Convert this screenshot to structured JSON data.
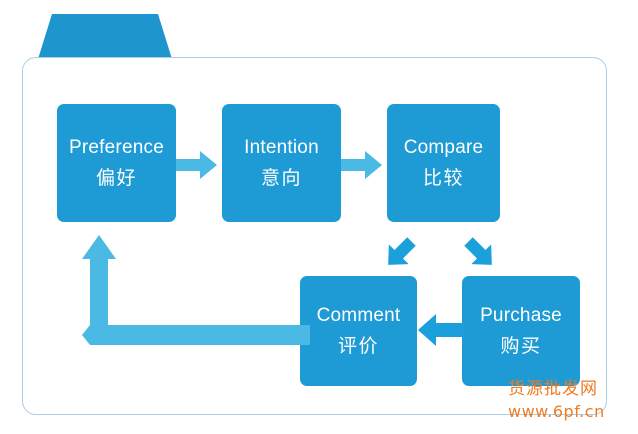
{
  "diagram": {
    "title_tab": "",
    "colors": {
      "node_fill": "#1e9ad4",
      "tab_fill": "#1e95cd",
      "frame_border": "#a9cfe3",
      "arrow_light": "#4ab9e4",
      "arrow_mid": "#2aa8de",
      "arrow_dark": "#1ba0dc",
      "node_text": "#ffffff",
      "watermark": "#ef7c22",
      "background": "#ffffff"
    },
    "nodes": [
      {
        "id": "preference",
        "en": "Preference",
        "zh": "偏好"
      },
      {
        "id": "intention",
        "en": "Intention",
        "zh": "意向"
      },
      {
        "id": "compare",
        "en": "Compare",
        "zh": "比较"
      },
      {
        "id": "comment",
        "en": "Comment",
        "zh": "评价"
      },
      {
        "id": "purchase",
        "en": "Purchase",
        "zh": "购买"
      }
    ],
    "arrows": [
      {
        "id": "preference-to-intention",
        "from": "preference",
        "to": "intention",
        "direction": "right"
      },
      {
        "id": "intention-to-compare",
        "from": "intention",
        "to": "compare",
        "direction": "right"
      },
      {
        "id": "compare-to-comment",
        "from": "compare",
        "to": "comment",
        "direction": "down-left"
      },
      {
        "id": "compare-to-purchase",
        "from": "compare",
        "to": "purchase",
        "direction": "down-right"
      },
      {
        "id": "purchase-to-comment",
        "from": "purchase",
        "to": "comment",
        "direction": "left"
      },
      {
        "id": "comment-to-preference",
        "from": "comment",
        "to": "preference",
        "direction": "elbow-up"
      }
    ]
  },
  "watermark": {
    "site_name": "货源批发网",
    "url": "www.6pf.cn"
  }
}
